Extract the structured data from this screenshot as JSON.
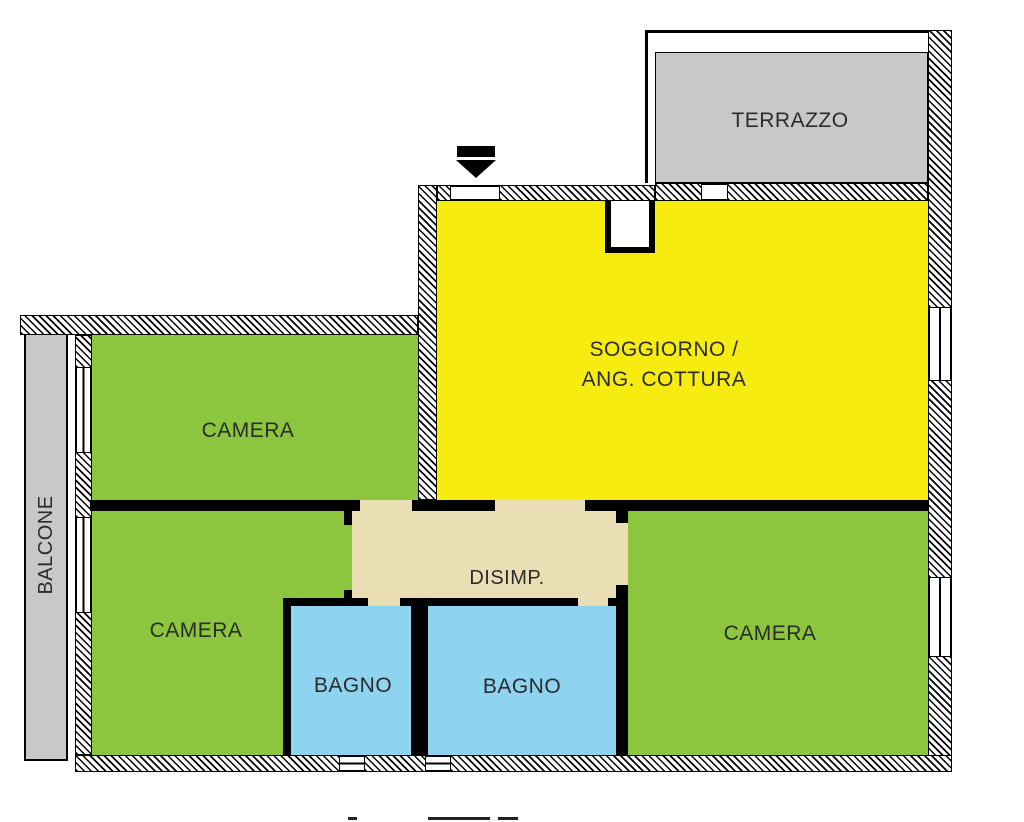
{
  "plan": {
    "title": "apartment floor plan",
    "rooms": {
      "terrazzo": {
        "label": "TERRAZZO"
      },
      "soggiorno": {
        "line1": "SOGGIORNO /",
        "line2": "ANG. COTTURA"
      },
      "camera_top": {
        "label": "CAMERA"
      },
      "camera_left": {
        "label": "CAMERA"
      },
      "camera_right": {
        "label": "CAMERA"
      },
      "bagno_left": {
        "label": "BAGNO"
      },
      "bagno_right": {
        "label": "BAGNO"
      },
      "disimpegno": {
        "label": "DISIMP."
      },
      "balcone": {
        "label": "BALCONE"
      }
    },
    "colors": {
      "living": "#f7ec0f",
      "bedroom": "#8cc63e",
      "bathroom": "#8ed3ef",
      "hallway": "#eadfb4",
      "outdoor": "#c8c8c8",
      "wall": "#000000",
      "text": "#2b2b2b"
    }
  }
}
